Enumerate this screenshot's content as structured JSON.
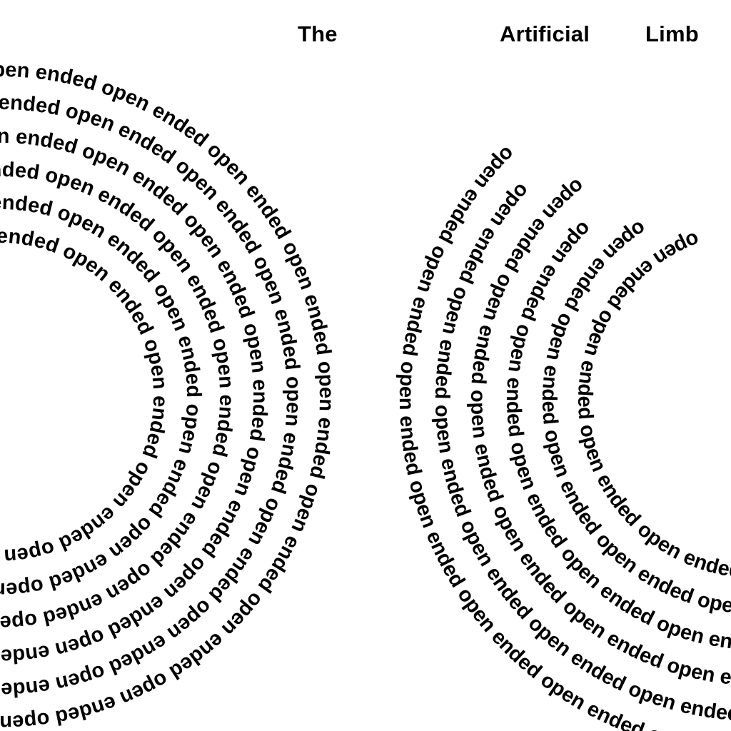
{
  "title": {
    "word1": "The",
    "word2": "Artificial",
    "word3": "Limb"
  },
  "spiral_text": {
    "repeat_phrase": "open ended",
    "text_color": "#000000",
    "background_color": "#ffffff"
  }
}
